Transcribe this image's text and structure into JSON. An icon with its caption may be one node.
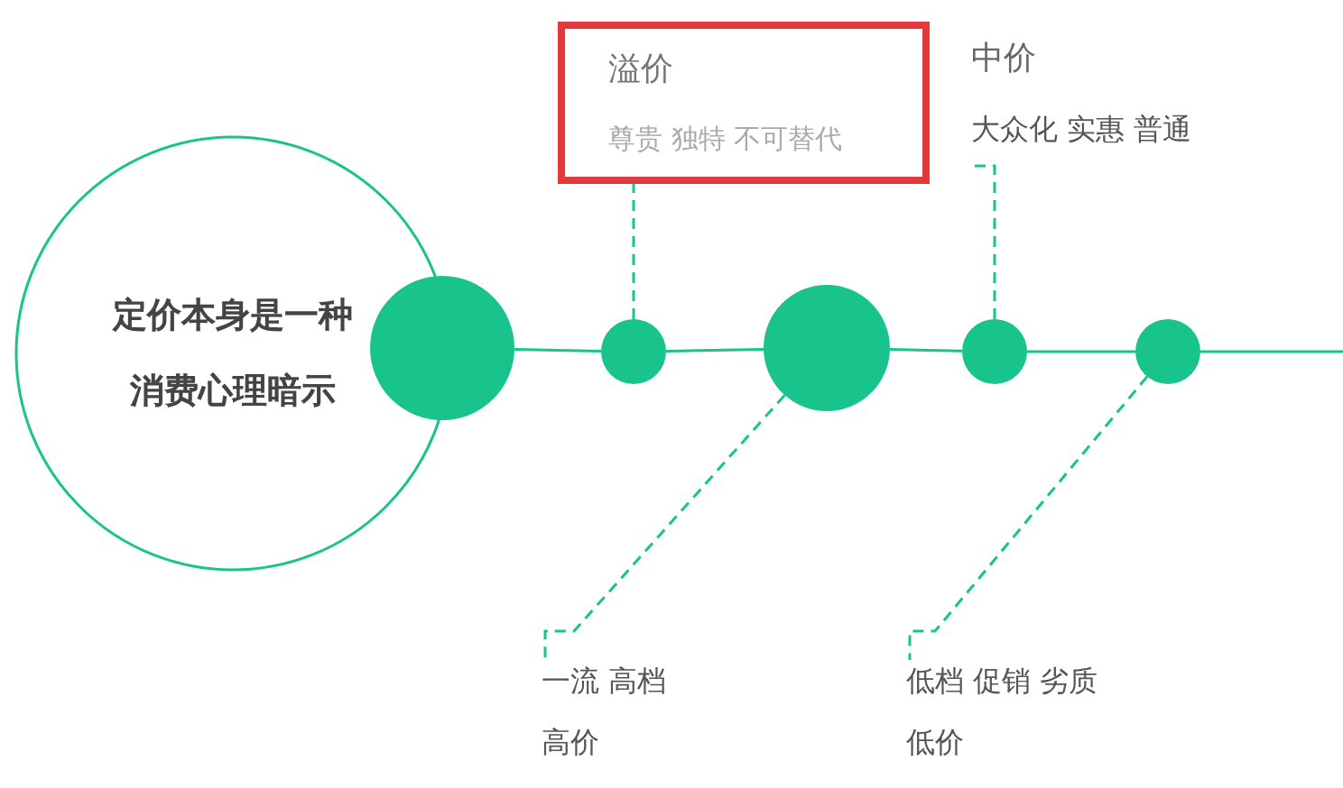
{
  "diagram": {
    "nodes": [
      {
        "text": [
          "定价本身是一种消费心理暗示"
        ]
      },
      {
        "text": [],
        "shape": "circle"
      },
      {
        "text": [],
        "shape": "circle"
      },
      {
        "text": [],
        "shape": "circle"
      },
      {
        "text": [],
        "shape": "circle"
      },
      {
        "text": [],
        "shape": "circle"
      },
      {
        "text": [
          "溢价",
          "尊贵 独特 不可替代"
        ]
      },
      {
        "text": [
          "中价",
          "大众化 实惠 普通"
        ]
      },
      {
        "text": [
          "一流 高档",
          "高价"
        ]
      },
      {
        "text": [
          "低档 促销 劣质",
          "低价"
        ]
      }
    ],
    "edges": [
      {
        "from": 1,
        "to": 2,
        "arrow": "none"
      },
      {
        "from": 2,
        "to": 3,
        "arrow": "none"
      },
      {
        "from": 3,
        "to": 4,
        "arrow": "none"
      },
      {
        "from": 4,
        "to": 5,
        "arrow": "none"
      },
      {
        "from": 5,
        "to": null,
        "arrow": "none"
      },
      {
        "from": 2,
        "to": 6,
        "arrow": "none",
        "style": "dashed"
      },
      {
        "from": 4,
        "to": 7,
        "arrow": "none",
        "style": "dashed"
      },
      {
        "from": 3,
        "to": 8,
        "arrow": "none",
        "style": "dashed"
      },
      {
        "from": 5,
        "to": 9,
        "arrow": "none",
        "style": "dashed"
      }
    ]
  }
}
